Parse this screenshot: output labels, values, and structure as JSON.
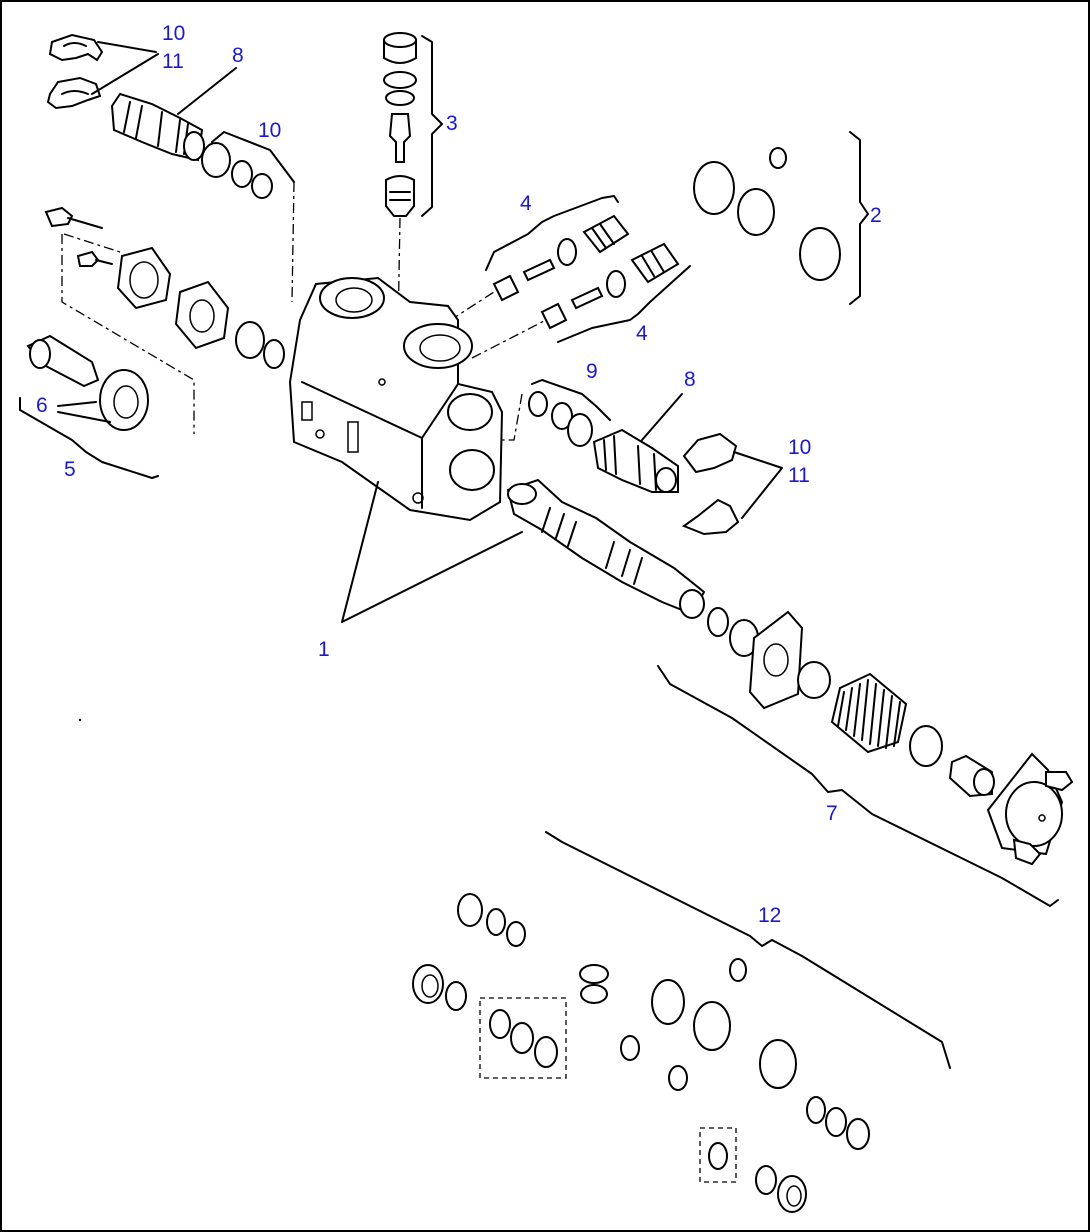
{
  "colors": {
    "callout": "#1a1acc",
    "line": "#000000",
    "background": "#ffffff"
  },
  "callouts": [
    {
      "id": "c1",
      "text": "1"
    },
    {
      "id": "c2",
      "text": "2"
    },
    {
      "id": "c3",
      "text": "3"
    },
    {
      "id": "c4a",
      "text": "4"
    },
    {
      "id": "c4b",
      "text": "4"
    },
    {
      "id": "c5",
      "text": "5"
    },
    {
      "id": "c6",
      "text": "6"
    },
    {
      "id": "c7",
      "text": "7"
    },
    {
      "id": "c8a",
      "text": "8"
    },
    {
      "id": "c8b",
      "text": "8"
    },
    {
      "id": "c9",
      "text": "9"
    },
    {
      "id": "c10a",
      "text": "10"
    },
    {
      "id": "c10b",
      "text": "10"
    },
    {
      "id": "c10c",
      "text": "10"
    },
    {
      "id": "c11a",
      "text": "11"
    },
    {
      "id": "c11b",
      "text": "11"
    },
    {
      "id": "c12",
      "text": "12"
    }
  ]
}
